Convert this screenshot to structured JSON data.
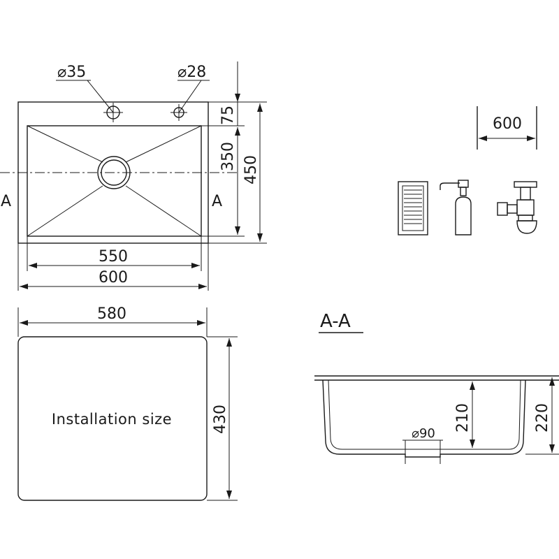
{
  "top_view": {
    "hole_left_diameter": "⌀35",
    "hole_right_diameter": "⌀28",
    "dim_faucet_offset": "75",
    "dim_bowl_depth": "350",
    "dim_total_depth": "450",
    "dim_bowl_width": "550",
    "dim_total_width": "600",
    "section_marker_left": "A",
    "section_marker_right": "A"
  },
  "cabinet": {
    "width": "600"
  },
  "accessories": [
    "colander-icon",
    "soap-dispenser-icon",
    "siphon-icon"
  ],
  "cutout": {
    "width": "580",
    "height": "430",
    "label": "Installation size"
  },
  "section": {
    "title": "A-A",
    "drain_diameter": "⌀90",
    "inner_depth": "210",
    "outer_depth": "220"
  }
}
